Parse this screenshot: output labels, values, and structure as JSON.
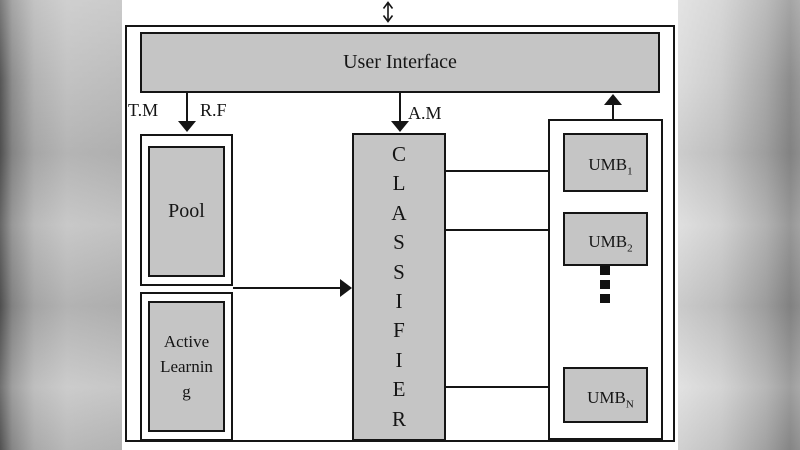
{
  "figure": {
    "user_interface": {
      "label": "User Interface"
    },
    "edge_labels": {
      "tm": "T.M",
      "rf": "R.F",
      "am": "A.M"
    },
    "pool": {
      "label": "Pool"
    },
    "active_learning": {
      "label": "Active Learning"
    },
    "classifier": {
      "word": "CLASSIFIER",
      "letters": [
        "C",
        "L",
        "A",
        "S",
        "S",
        "I",
        "F",
        "I",
        "E",
        "R"
      ]
    },
    "umb_units": [
      {
        "name": "UMB",
        "subscript": "1"
      },
      {
        "name": "UMB",
        "subscript": "2"
      },
      {
        "name": "UMB",
        "subscript": "N"
      }
    ],
    "icons": {
      "sync_arrow": "double-headed-vertical-arrow",
      "ellipsis": "⋮"
    },
    "colors": {
      "box_fill": "#c5c5c5",
      "line": "#151515",
      "canvas": "#ffffff",
      "backdrop_dark": "#555555",
      "backdrop_light": "#c2c2c2"
    }
  }
}
